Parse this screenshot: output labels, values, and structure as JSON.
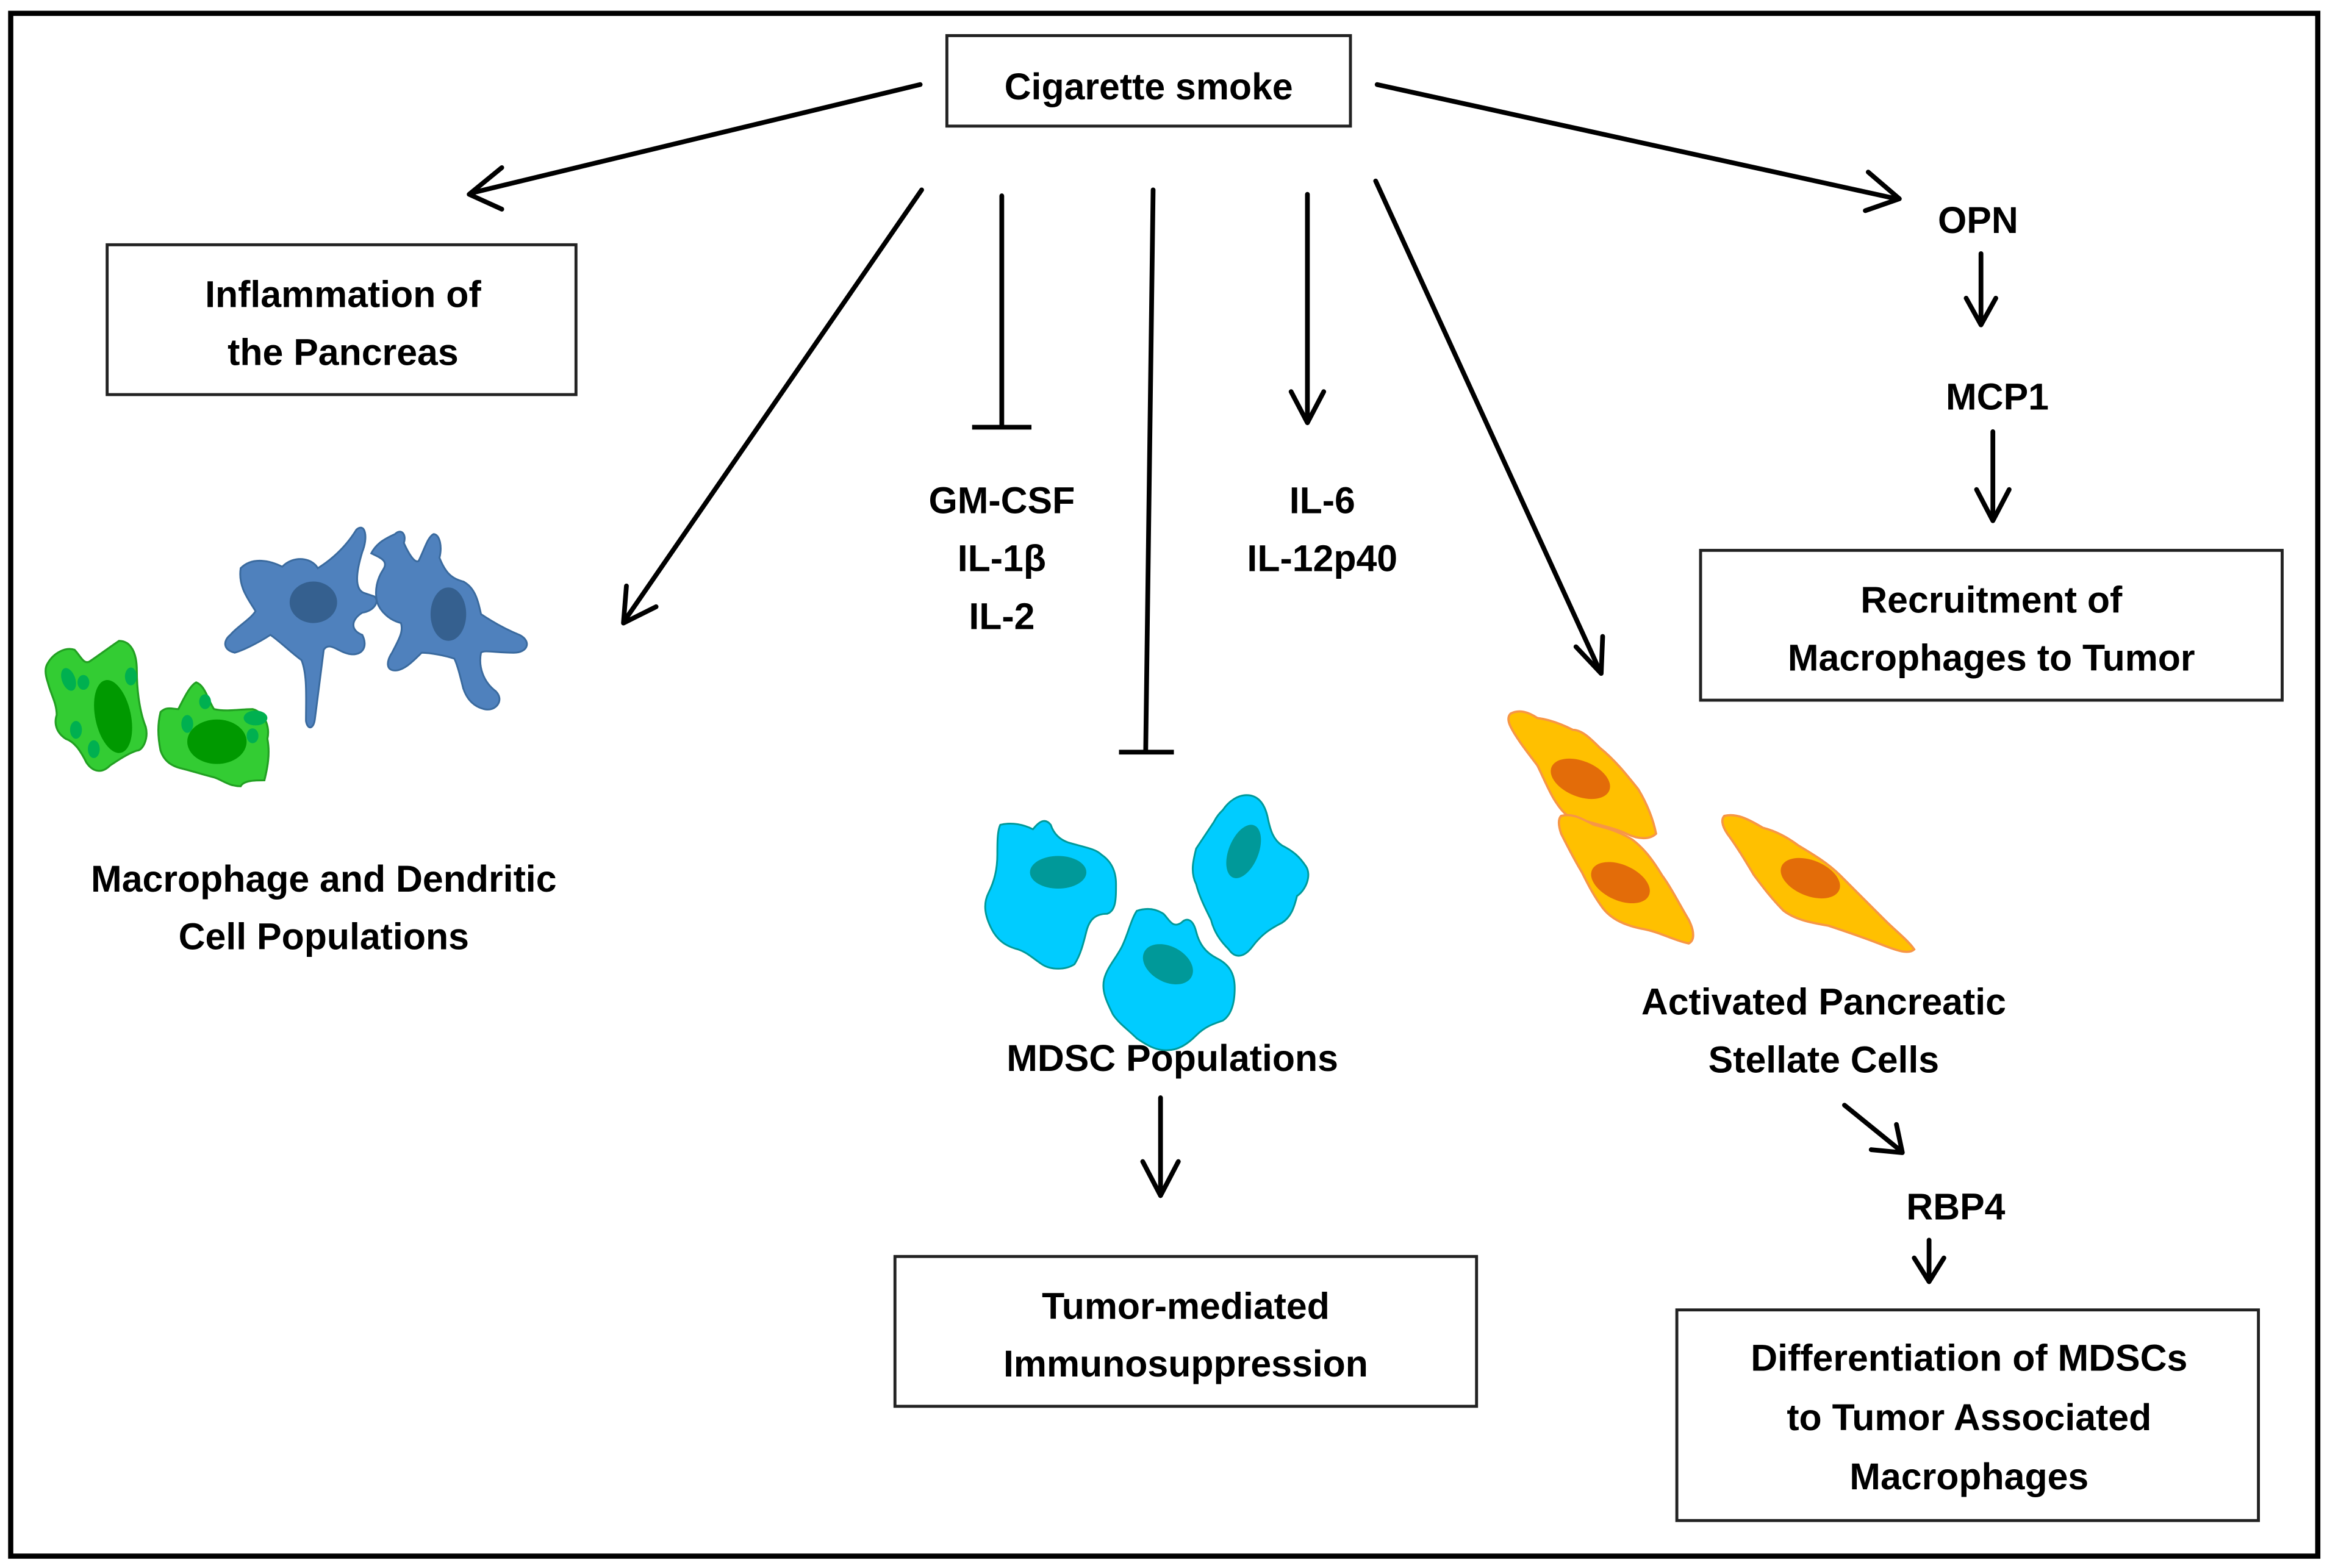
{
  "diagram": {
    "source": {
      "label": "Cigarette smoke"
    },
    "outcomes": {
      "inflammation": {
        "lines": [
          "Inflammation of",
          "the Pancreas"
        ]
      },
      "macrophage_dc": {
        "lines": [
          "Macrophage and Dendritic",
          "Cell Populations"
        ]
      },
      "inhibited_cytokines": {
        "lines": [
          "GM-CSF",
          "IL-1β",
          "IL-2"
        ]
      },
      "induced_cytokines": {
        "lines": [
          "IL-6",
          "IL-12p40"
        ]
      },
      "mdsc": {
        "lines": [
          "MDSC Populations"
        ]
      },
      "immunosuppression": {
        "lines": [
          "Tumor-mediated",
          "Immunosuppression"
        ]
      },
      "stellate": {
        "lines": [
          "Activated Pancreatic",
          "Stellate Cells"
        ]
      },
      "rbp4": {
        "label": "RBP4"
      },
      "differentiation": {
        "lines": [
          "Differentiation of MDSCs",
          "to Tumor Associated",
          "Macrophages"
        ]
      },
      "opn": {
        "label": "OPN"
      },
      "mcp1": {
        "label": "MCP1"
      },
      "recruitment": {
        "lines": [
          "Recruitment of",
          "Macrophages to Tumor"
        ]
      }
    },
    "edges": [
      {
        "from": "Cigarette smoke",
        "to": "Inflammation of the Pancreas",
        "type": "activates"
      },
      {
        "from": "Cigarette smoke",
        "to": "Macrophage and Dendritic Cell Populations",
        "type": "activates"
      },
      {
        "from": "Cigarette smoke",
        "to": "GM-CSF / IL-1β / IL-2",
        "type": "inhibits"
      },
      {
        "from": "Cigarette smoke",
        "to": "MDSC Populations",
        "type": "inhibits"
      },
      {
        "from": "Cigarette smoke",
        "to": "IL-6 / IL-12p40",
        "type": "activates"
      },
      {
        "from": "Cigarette smoke",
        "to": "Activated Pancreatic Stellate Cells",
        "type": "activates"
      },
      {
        "from": "Cigarette smoke",
        "to": "OPN",
        "type": "activates"
      },
      {
        "from": "OPN",
        "to": "MCP1",
        "type": "activates"
      },
      {
        "from": "MCP1",
        "to": "Recruitment of Macrophages to Tumor",
        "type": "activates"
      },
      {
        "from": "MDSC Populations",
        "to": "Tumor-mediated Immunosuppression",
        "type": "activates"
      },
      {
        "from": "Activated Pancreatic Stellate Cells",
        "to": "RBP4",
        "type": "activates"
      },
      {
        "from": "RBP4",
        "to": "Differentiation of MDSCs to Tumor Associated Macrophages",
        "type": "activates"
      }
    ],
    "colors": {
      "macrophage_fill": "#33CC33",
      "macrophage_nucleus": "#009900",
      "macrophage_granule": "#00B050",
      "dendritic_fill": "#4F81BD",
      "dendritic_nucleus": "#35608F",
      "mdsc_fill": "#00CCFF",
      "mdsc_nucleus": "#009999",
      "stellate_fill": "#FFC000",
      "stellate_nucleus": "#E36C09",
      "stellate_outline": "#F79646"
    }
  }
}
